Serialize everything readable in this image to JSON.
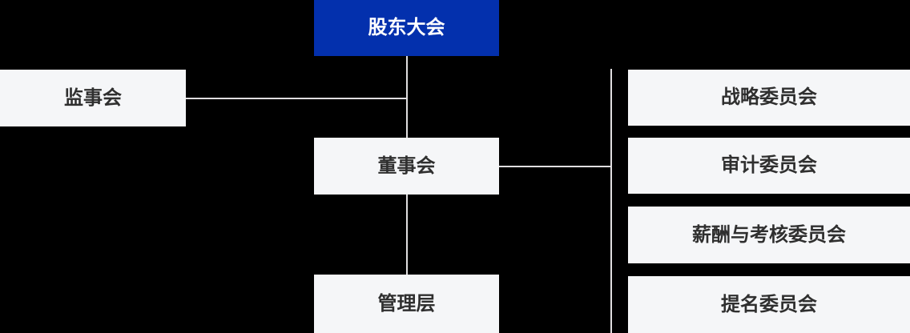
{
  "org_chart": {
    "nodes": {
      "shareholders": {
        "label": "股东大会"
      },
      "supervisors": {
        "label": "监事会"
      },
      "board": {
        "label": "董事会"
      },
      "management": {
        "label": "管理层"
      },
      "strategy": {
        "label": "战略委员会"
      },
      "audit": {
        "label": "审计委员会"
      },
      "remuneration": {
        "label": "薪酬与考核委员会"
      },
      "nomination": {
        "label": "提名委员会"
      }
    },
    "edges": [
      {
        "from": "shareholders",
        "to": "board"
      },
      {
        "from": "board",
        "to": "management"
      },
      {
        "from": "supervisors",
        "to": "board"
      },
      {
        "from": "board",
        "to": "strategy"
      },
      {
        "from": "board",
        "to": "audit"
      },
      {
        "from": "board",
        "to": "remuneration"
      },
      {
        "from": "board",
        "to": "nomination"
      }
    ],
    "colors": {
      "background": "#000000",
      "root_box_bg": "#0330ad",
      "root_box_text": "#ffffff",
      "box_bg": "#f5f6f8",
      "box_text": "#2f2f2f",
      "connector": "#e0dee0"
    }
  }
}
